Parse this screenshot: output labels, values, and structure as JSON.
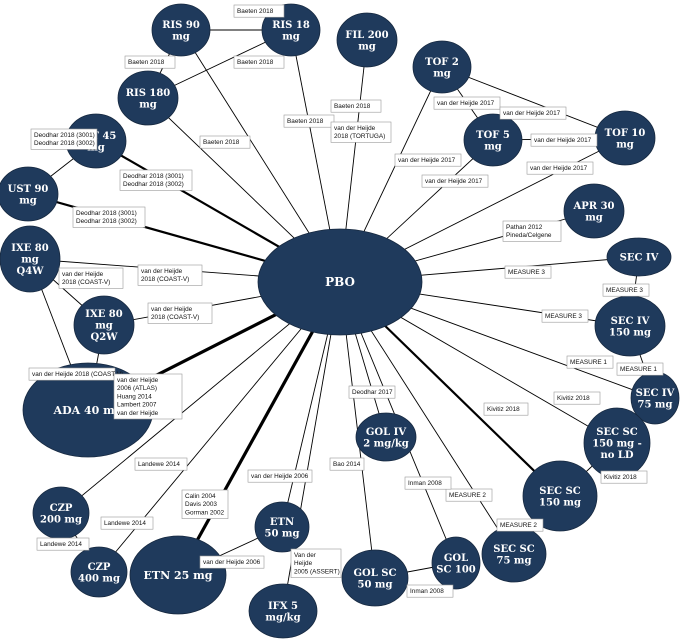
{
  "colors": {
    "node_fill": "#1f3a5c",
    "edge": "#000000",
    "label_box_border": "#9a9a9a"
  },
  "nodes": {
    "PBO": {
      "lines": [
        "PBO"
      ]
    },
    "RIS90": {
      "lines": [
        "RIS 90",
        "mg"
      ]
    },
    "RIS18": {
      "lines": [
        "RIS 18",
        "mg"
      ]
    },
    "RIS180": {
      "lines": [
        "RIS 180",
        "mg"
      ]
    },
    "FIL200": {
      "lines": [
        "FIL 200",
        "mg"
      ]
    },
    "TOF2": {
      "lines": [
        "TOF 2",
        "mg"
      ]
    },
    "TOF5": {
      "lines": [
        "TOF 5",
        "mg"
      ]
    },
    "TOF10": {
      "lines": [
        "TOF 10",
        "mg"
      ]
    },
    "UST45": {
      "lines": [
        "UST 45",
        "mg"
      ]
    },
    "UST90": {
      "lines": [
        "UST 90",
        "mg"
      ]
    },
    "APR30": {
      "lines": [
        "APR 30",
        "mg"
      ]
    },
    "IXE80Q4W": {
      "lines": [
        "IXE 80",
        "mg",
        "Q4W"
      ]
    },
    "IXE80Q2W": {
      "lines": [
        "IXE 80",
        "mg",
        "Q2W"
      ]
    },
    "SECIV": {
      "lines": [
        "SEC IV"
      ]
    },
    "SECIV150": {
      "lines": [
        "SEC IV",
        "150 mg"
      ]
    },
    "SECIV75": {
      "lines": [
        "SEC IV",
        "75 mg"
      ]
    },
    "ADA40": {
      "lines": [
        "ADA 40 mg"
      ]
    },
    "GOLIV2": {
      "lines": [
        "GOL IV",
        "2 mg/kg"
      ]
    },
    "SECSC150noLD": {
      "lines": [
        "SEC SC",
        "150 mg -",
        "no LD"
      ]
    },
    "SECSC150": {
      "lines": [
        "SEC SC",
        "150 mg"
      ]
    },
    "CZP200": {
      "lines": [
        "CZP",
        "200 mg"
      ]
    },
    "CZP400": {
      "lines": [
        "CZP",
        "400 mg"
      ]
    },
    "ETN50": {
      "lines": [
        "ETN",
        "50 mg"
      ]
    },
    "ETN25": {
      "lines": [
        "ETN 25 mg"
      ]
    },
    "IFX5": {
      "lines": [
        "IFX 5",
        "mg/kg"
      ]
    },
    "GOLSC50": {
      "lines": [
        "GOL SC",
        "50 mg"
      ]
    },
    "GOLSC100": {
      "lines": [
        "GOL",
        "SC 100"
      ]
    },
    "SECSC75": {
      "lines": [
        "SEC SC",
        "75 mg"
      ]
    }
  },
  "edges": [
    {
      "from": "RIS90",
      "to": "RIS18",
      "weight": 1
    },
    {
      "from": "RIS90",
      "to": "RIS180",
      "weight": 1
    },
    {
      "from": "RIS18",
      "to": "RIS180",
      "weight": 1
    },
    {
      "from": "RIS90",
      "to": "PBO",
      "weight": 1
    },
    {
      "from": "RIS18",
      "to": "PBO",
      "weight": 1
    },
    {
      "from": "RIS180",
      "to": "PBO",
      "weight": 1
    },
    {
      "from": "FIL200",
      "to": "PBO",
      "weight": 1
    },
    {
      "from": "TOF2",
      "to": "TOF5",
      "weight": 1
    },
    {
      "from": "TOF2",
      "to": "TOF10",
      "weight": 1
    },
    {
      "from": "TOF5",
      "to": "TOF10",
      "weight": 1
    },
    {
      "from": "TOF2",
      "to": "PBO",
      "weight": 1
    },
    {
      "from": "TOF5",
      "to": "PBO",
      "weight": 1
    },
    {
      "from": "TOF10",
      "to": "PBO",
      "weight": 1
    },
    {
      "from": "UST45",
      "to": "UST90",
      "weight": 1
    },
    {
      "from": "UST45",
      "to": "PBO",
      "weight": 2
    },
    {
      "from": "UST90",
      "to": "PBO",
      "weight": 2
    },
    {
      "from": "APR30",
      "to": "PBO",
      "weight": 1
    },
    {
      "from": "IXE80Q4W",
      "to": "IXE80Q2W",
      "weight": 1
    },
    {
      "from": "IXE80Q4W",
      "to": "PBO",
      "weight": 1
    },
    {
      "from": "IXE80Q2W",
      "to": "PBO",
      "weight": 1
    },
    {
      "from": "IXE80Q4W",
      "to": "ADA40",
      "weight": 1
    },
    {
      "from": "IXE80Q2W",
      "to": "ADA40",
      "weight": 1
    },
    {
      "from": "SECIV",
      "to": "SECIV150",
      "weight": 1
    },
    {
      "from": "SECIV",
      "to": "PBO",
      "weight": 1
    },
    {
      "from": "SECIV150",
      "to": "PBO",
      "weight": 1
    },
    {
      "from": "SECIV150",
      "to": "SECIV75",
      "weight": 1
    },
    {
      "from": "SECIV75",
      "to": "PBO",
      "weight": 1
    },
    {
      "from": "ADA40",
      "to": "PBO",
      "weight": 3
    },
    {
      "from": "GOLIV2",
      "to": "PBO",
      "weight": 1
    },
    {
      "from": "SECSC150noLD",
      "to": "SECSC150",
      "weight": 1
    },
    {
      "from": "SECSC150noLD",
      "to": "PBO",
      "weight": 1
    },
    {
      "from": "SECSC150",
      "to": "PBO",
      "weight": 2
    },
    {
      "from": "SECSC150",
      "to": "SECSC75",
      "weight": 1
    },
    {
      "from": "SECSC75",
      "to": "PBO",
      "weight": 1
    },
    {
      "from": "CZP200",
      "to": "CZP400",
      "weight": 1
    },
    {
      "from": "CZP200",
      "to": "PBO",
      "weight": 1
    },
    {
      "from": "CZP400",
      "to": "PBO",
      "weight": 1
    },
    {
      "from": "ETN25",
      "to": "ETN50",
      "weight": 1
    },
    {
      "from": "ETN25",
      "to": "PBO",
      "weight": 3
    },
    {
      "from": "ETN50",
      "to": "PBO",
      "weight": 1
    },
    {
      "from": "IFX5",
      "to": "PBO",
      "weight": 1
    },
    {
      "from": "GOLSC50",
      "to": "PBO",
      "weight": 1
    },
    {
      "from": "GOLSC100",
      "to": "GOLSC50",
      "weight": 1
    },
    {
      "from": "GOLSC100",
      "to": "PBO",
      "weight": 1
    }
  ],
  "edge_labels": [
    {
      "lines": [
        "Baeten 2018"
      ]
    },
    {
      "lines": [
        "Baeten 2018"
      ]
    },
    {
      "lines": [
        "Baeten 2018"
      ]
    },
    {
      "lines": [
        "Baeten 2018"
      ]
    },
    {
      "lines": [
        "Baeten 2018"
      ]
    },
    {
      "lines": [
        "Baeten 2018"
      ]
    },
    {
      "lines": [
        "van der Heijde",
        "2018 (TORTUGA)"
      ]
    },
    {
      "lines": [
        "van der Heijde 2017"
      ]
    },
    {
      "lines": [
        "van der Heijde 2017"
      ]
    },
    {
      "lines": [
        "van der Heijde 2017"
      ]
    },
    {
      "lines": [
        "van der Heijde 2017"
      ]
    },
    {
      "lines": [
        "van der Heijde 2017"
      ]
    },
    {
      "lines": [
        "van der Heijde 2017"
      ]
    },
    {
      "lines": [
        "Deodhar 2018 (3001)",
        "Deodhar 2018 (3002)"
      ]
    },
    {
      "lines": [
        "Deodhar 2018 (3001)",
        "Deodhar 2018 (3002)"
      ]
    },
    {
      "lines": [
        "Deodhar 2018 (3001)",
        "Deodhar 2018 (3002)"
      ]
    },
    {
      "lines": [
        "Pathan 2012",
        "Pineda/Celgene"
      ]
    },
    {
      "lines": [
        "van der Heijde",
        "2018 (COAST-V)"
      ]
    },
    {
      "lines": [
        "van der Heijde",
        "2018 (COAST-V)"
      ]
    },
    {
      "lines": [
        "van der Heijde",
        "2018 (COAST-V)"
      ]
    },
    {
      "lines": [
        "van der Heijde 2018 (COAST-V)"
      ]
    },
    {
      "lines": [
        "MEASURE 3"
      ]
    },
    {
      "lines": [
        "MEASURE 3"
      ]
    },
    {
      "lines": [
        "MEASURE 3"
      ]
    },
    {
      "lines": [
        "MEASURE 1"
      ]
    },
    {
      "lines": [
        "MEASURE 1"
      ]
    },
    {
      "lines": [
        "van der Heijde",
        "2006 (ATLAS)",
        "Huang 2014",
        "Lambert 2007",
        "van der Heijde"
      ]
    },
    {
      "lines": [
        "Deodhar 2017"
      ]
    },
    {
      "lines": [
        "Kivitiz 2018"
      ]
    },
    {
      "lines": [
        "Kivitiz 2018"
      ]
    },
    {
      "lines": [
        "Kivitiz 2018"
      ]
    },
    {
      "lines": [
        "MEASURE 2"
      ]
    },
    {
      "lines": [
        "MEASURE 2"
      ]
    },
    {
      "lines": [
        "Landewe 2014"
      ]
    },
    {
      "lines": [
        "Landewe 2014"
      ]
    },
    {
      "lines": [
        "Landewe 2014"
      ]
    },
    {
      "lines": [
        "van der Heijde 2006"
      ]
    },
    {
      "lines": [
        "van der Heijde 2006"
      ]
    },
    {
      "lines": [
        "Calin 2004",
        "Davis 2003",
        "Gorman 2002"
      ]
    },
    {
      "lines": [
        "Van der",
        "Heijde",
        "2005 (ASSERT)"
      ]
    },
    {
      "lines": [
        "Bao 2014"
      ]
    },
    {
      "lines": [
        "Inman 2008"
      ]
    },
    {
      "lines": [
        "Inman 2008"
      ]
    }
  ]
}
